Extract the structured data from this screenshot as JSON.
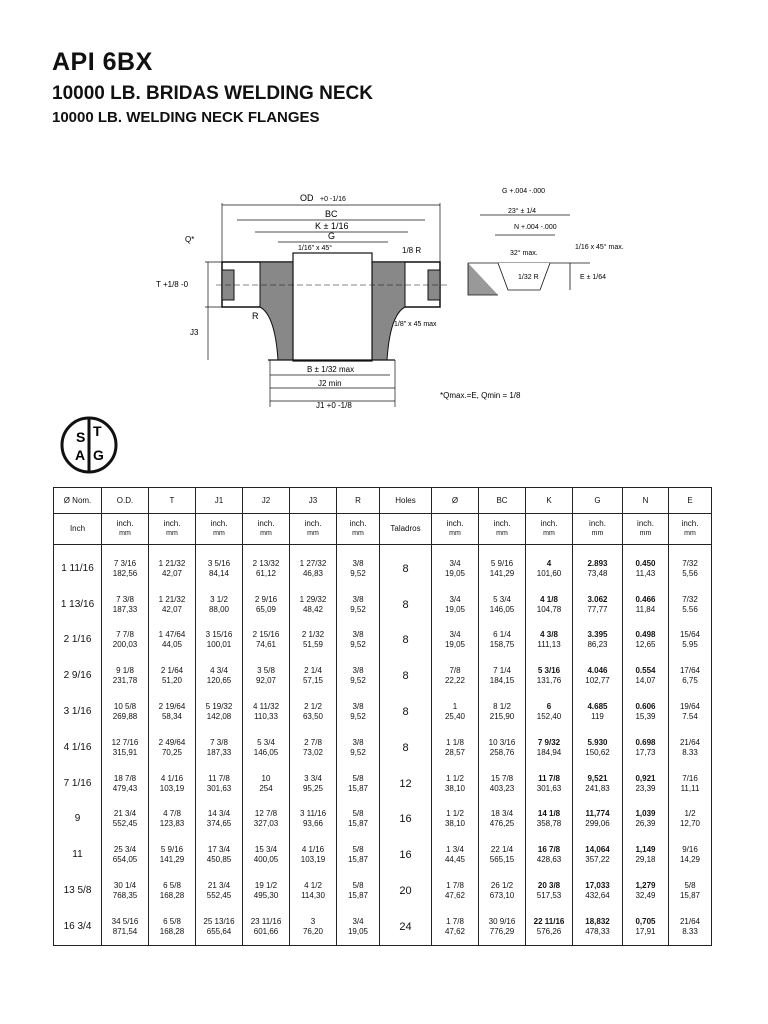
{
  "header": {
    "title": "API 6BX",
    "subtitle_es": "10000 LB. BRIDAS WELDING NECK",
    "subtitle_en": "10000 LB. WELDING NECK FLANGES"
  },
  "drawing": {
    "od": "OD",
    "od_tol": "+0 -1/16",
    "bc": "BC",
    "k": "K ± 1/16",
    "g": "G",
    "chamfer_top": "1/16\" x 45°",
    "q": "Q*",
    "r_label": "1/8 R",
    "t": "T +1/8 -0",
    "j3": "J3",
    "r": "R",
    "chamfer_bottom": "1/8\" x 45 max",
    "bore": "B ± 1/32 max",
    "j2": "J2 min",
    "j1": "J1 +0 -1/8",
    "groove_g": "G +.004 -.000",
    "groove_angle": "23° ± 1/4",
    "groove_n": "N +.004 -.000",
    "groove_32": "32° max.",
    "groove_chamfer": "1/16 x 45° max.",
    "groove_r": "1/32 R",
    "groove_e": "E ± 1/64",
    "note": "*Qmax.=E, Qmin = 1/8"
  },
  "logo": {
    "letters": [
      "S",
      "T",
      "A",
      "G"
    ]
  },
  "table": {
    "col_symbols": [
      "Ø Nom.",
      "O.D.",
      "T",
      "J1",
      "J2",
      "J3",
      "R",
      "Holes",
      "Ø",
      "BC",
      "K",
      "G",
      "N",
      "E"
    ],
    "col_units": [
      {
        "top": "Inch",
        "bottom": ""
      },
      {
        "top": "inch.",
        "bottom": "mm"
      },
      {
        "top": "inch.",
        "bottom": "mm"
      },
      {
        "top": "inch.",
        "bottom": "mm"
      },
      {
        "top": "inch.",
        "bottom": "mm"
      },
      {
        "top": "inch.",
        "bottom": "mm"
      },
      {
        "top": "inch.",
        "bottom": "mm"
      },
      {
        "top": "Taladros",
        "bottom": ""
      },
      {
        "top": "inch.",
        "bottom": "mm"
      },
      {
        "top": "inch.",
        "bottom": "mm"
      },
      {
        "top": "inch.",
        "bottom": "mm"
      },
      {
        "top": "inch.",
        "bottom": "mm"
      },
      {
        "top": "inch.",
        "bottom": "mm"
      },
      {
        "top": "inch.",
        "bottom": "mm"
      }
    ],
    "rows": [
      {
        "nom": "1 11/16",
        "od": [
          "7 3/16",
          "182,56"
        ],
        "t": [
          "1 21/32",
          "42,07"
        ],
        "j1": [
          "3 5/16",
          "84,14"
        ],
        "j2": [
          "2 13/32",
          "61,12"
        ],
        "j3": [
          "1 27/32",
          "46,83"
        ],
        "r": [
          "3/8",
          "9,52"
        ],
        "holes": "8",
        "d": [
          "3/4",
          "19,05"
        ],
        "bc": [
          "5 9/16",
          "141,29"
        ],
        "k": [
          "4",
          "101,60"
        ],
        "g": [
          "2.893",
          "73,48"
        ],
        "n": [
          "0.450",
          "11,43"
        ],
        "e": [
          "7/32",
          "5,56"
        ]
      },
      {
        "nom": "1 13/16",
        "od": [
          "7 3/8",
          "187,33"
        ],
        "t": [
          "1 21/32",
          "42,07"
        ],
        "j1": [
          "3 1/2",
          "88,00"
        ],
        "j2": [
          "2 9/16",
          "65,09"
        ],
        "j3": [
          "1 29/32",
          "48,42"
        ],
        "r": [
          "3/8",
          "9,52"
        ],
        "holes": "8",
        "d": [
          "3/4",
          "19,05"
        ],
        "bc": [
          "5 3/4",
          "146,05"
        ],
        "k": [
          "4 1/8",
          "104,78"
        ],
        "g": [
          "3.062",
          "77,77"
        ],
        "n": [
          "0.466",
          "11,84"
        ],
        "e": [
          "7/32",
          "5.56"
        ]
      },
      {
        "nom": "2 1/16",
        "od": [
          "7 7/8",
          "200,03"
        ],
        "t": [
          "1 47/64",
          "44,05"
        ],
        "j1": [
          "3 15/16",
          "100,01"
        ],
        "j2": [
          "2 15/16",
          "74,61"
        ],
        "j3": [
          "2 1/32",
          "51,59"
        ],
        "r": [
          "3/8",
          "9,52"
        ],
        "holes": "8",
        "d": [
          "3/4",
          "19,05"
        ],
        "bc": [
          "6 1/4",
          "158,75"
        ],
        "k": [
          "4 3/8",
          "111,13"
        ],
        "g": [
          "3.395",
          "86,23"
        ],
        "n": [
          "0.498",
          "12,65"
        ],
        "e": [
          "15/64",
          "5.95"
        ]
      },
      {
        "nom": "2 9/16",
        "od": [
          "9 1/8",
          "231,78"
        ],
        "t": [
          "2 1/64",
          "51,20"
        ],
        "j1": [
          "4 3/4",
          "120,65"
        ],
        "j2": [
          "3 5/8",
          "92,07"
        ],
        "j3": [
          "2 1/4",
          "57,15"
        ],
        "r": [
          "3/8",
          "9,52"
        ],
        "holes": "8",
        "d": [
          "7/8",
          "22,22"
        ],
        "bc": [
          "7 1/4",
          "184,15"
        ],
        "k": [
          "5 3/16",
          "131,76"
        ],
        "g": [
          "4.046",
          "102,77"
        ],
        "n": [
          "0.554",
          "14,07"
        ],
        "e": [
          "17/64",
          "6,75"
        ]
      },
      {
        "nom": "3 1/16",
        "od": [
          "10 5/8",
          "269,88"
        ],
        "t": [
          "2 19/64",
          "58,34"
        ],
        "j1": [
          "5 19/32",
          "142,08"
        ],
        "j2": [
          "4 11/32",
          "110,33"
        ],
        "j3": [
          "2 1/2",
          "63,50"
        ],
        "r": [
          "3/8",
          "9,52"
        ],
        "holes": "8",
        "d": [
          "1",
          "25,40"
        ],
        "bc": [
          "8 1/2",
          "215,90"
        ],
        "k": [
          "6",
          "152,40"
        ],
        "g": [
          "4.685",
          "119"
        ],
        "n": [
          "0.606",
          "15,39"
        ],
        "e": [
          "19/64",
          "7.54"
        ]
      },
      {
        "nom": "4 1/16",
        "od": [
          "12 7/16",
          "315,91"
        ],
        "t": [
          "2 49/64",
          "70,25"
        ],
        "j1": [
          "7 3/8",
          "187,33"
        ],
        "j2": [
          "5 3/4",
          "146,05"
        ],
        "j3": [
          "2 7/8",
          "73,02"
        ],
        "r": [
          "3/8",
          "9,52"
        ],
        "holes": "8",
        "d": [
          "1 1/8",
          "28,57"
        ],
        "bc": [
          "10 3/16",
          "258,76"
        ],
        "k": [
          "7 9/32",
          "184,94"
        ],
        "g": [
          "5.930",
          "150,62"
        ],
        "n": [
          "0.698",
          "17,73"
        ],
        "e": [
          "21/64",
          "8.33"
        ]
      },
      {
        "nom": "7 1/16",
        "od": [
          "18 7/8",
          "479,43"
        ],
        "t": [
          "4 1/16",
          "103,19"
        ],
        "j1": [
          "11 7/8",
          "301,63"
        ],
        "j2": [
          "10",
          "254"
        ],
        "j3": [
          "3 3/4",
          "95,25"
        ],
        "r": [
          "5/8",
          "15,87"
        ],
        "holes": "12",
        "d": [
          "1 1/2",
          "38,10"
        ],
        "bc": [
          "15 7/8",
          "403,23"
        ],
        "k": [
          "11 7/8",
          "301,63"
        ],
        "g": [
          "9,521",
          "241,83"
        ],
        "n": [
          "0,921",
          "23,39"
        ],
        "e": [
          "7/16",
          "11,11"
        ]
      },
      {
        "nom": "9",
        "od": [
          "21 3/4",
          "552,45"
        ],
        "t": [
          "4 7/8",
          "123,83"
        ],
        "j1": [
          "14 3/4",
          "374,65"
        ],
        "j2": [
          "12 7/8",
          "327,03"
        ],
        "j3": [
          "3 11/16",
          "93,66"
        ],
        "r": [
          "5/8",
          "15,87"
        ],
        "holes": "16",
        "d": [
          "1 1/2",
          "38,10"
        ],
        "bc": [
          "18 3/4",
          "476,25"
        ],
        "k": [
          "14 1/8",
          "358,78"
        ],
        "g": [
          "11,774",
          "299,06"
        ],
        "n": [
          "1,039",
          "26,39"
        ],
        "e": [
          "1/2",
          "12,70"
        ]
      },
      {
        "nom": "11",
        "od": [
          "25 3/4",
          "654,05"
        ],
        "t": [
          "5 9/16",
          "141,29"
        ],
        "j1": [
          "17 3/4",
          "450,85"
        ],
        "j2": [
          "15 3/4",
          "400,05"
        ],
        "j3": [
          "4 1/16",
          "103,19"
        ],
        "r": [
          "5/8",
          "15,87"
        ],
        "holes": "16",
        "d": [
          "1 3/4",
          "44,45"
        ],
        "bc": [
          "22 1/4",
          "565,15"
        ],
        "k": [
          "16 7/8",
          "428,63"
        ],
        "g": [
          "14,064",
          "357,22"
        ],
        "n": [
          "1,149",
          "29,18"
        ],
        "e": [
          "9/16",
          "14,29"
        ]
      },
      {
        "nom": "13 5/8",
        "od": [
          "30 1/4",
          "768,35"
        ],
        "t": [
          "6 5/8",
          "168,28"
        ],
        "j1": [
          "21 3/4",
          "552,45"
        ],
        "j2": [
          "19 1/2",
          "495,30"
        ],
        "j3": [
          "4 1/2",
          "114,30"
        ],
        "r": [
          "5/8",
          "15,87"
        ],
        "holes": "20",
        "d": [
          "1 7/8",
          "47,62"
        ],
        "bc": [
          "26 1/2",
          "673,10"
        ],
        "k": [
          "20 3/8",
          "517,53"
        ],
        "g": [
          "17,033",
          "432,64"
        ],
        "n": [
          "1,279",
          "32,49"
        ],
        "e": [
          "5/8",
          "15,87"
        ]
      },
      {
        "nom": "16 3/4",
        "od": [
          "34 5/16",
          "871,54"
        ],
        "t": [
          "6 5/8",
          "168,28"
        ],
        "j1": [
          "25 13/16",
          "655,64"
        ],
        "j2": [
          "23 11/16",
          "601,66"
        ],
        "j3": [
          "3",
          "76,20"
        ],
        "r": [
          "3/4",
          "19,05"
        ],
        "holes": "24",
        "d": [
          "1 7/8",
          "47,62"
        ],
        "bc": [
          "30 9/16",
          "776,29"
        ],
        "k": [
          "22 11/16",
          "576,26"
        ],
        "g": [
          "18,832",
          "478,33"
        ],
        "n": [
          "0,705",
          "17,91"
        ],
        "e": [
          "21/64",
          "8.33"
        ]
      }
    ]
  }
}
